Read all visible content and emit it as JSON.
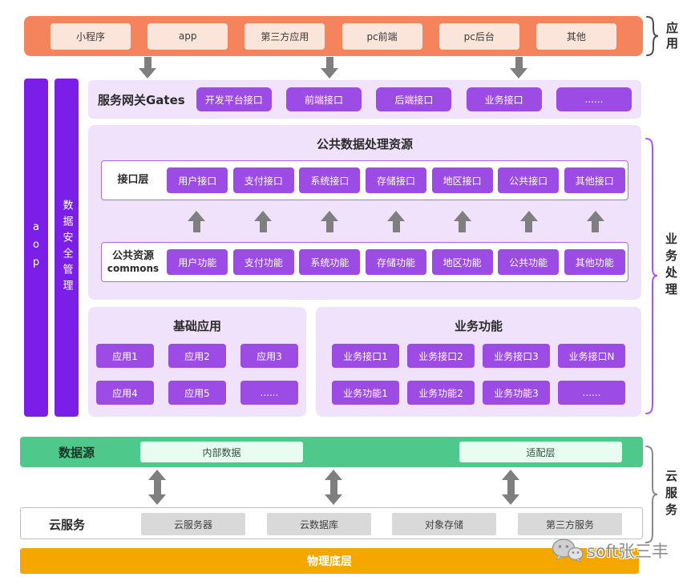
{
  "colors": {
    "app_bar": "#F5845C",
    "app_box": "#FBE4DA",
    "purple_box": "#9C4BE4",
    "deep_purple_bar": "#7B1FE8",
    "light_purple_panel": "#F0E2FB",
    "green_bar": "#4FC98B",
    "light_green_box": "#E9FCF2",
    "gray_box": "#D9D9D9",
    "yellow_bar": "#F5A700",
    "arrow_gray": "#7F7F7F",
    "business_brace": "#A855F7"
  },
  "icons": {
    "down-arrow-icon": "solid gray downward arrow",
    "up-arrow-icon": "solid gray upward arrow",
    "double-arrow-icon": "double-headed vertical gray arrow",
    "brace-icon": "curly brace",
    "wechat-icon": "chat bubbles logo"
  },
  "app_layer": {
    "brace_label": "应用",
    "items": [
      "小程序",
      "app",
      "第三方应用",
      "pc前端",
      "pc后台",
      "其他"
    ]
  },
  "left_bars": {
    "aop": "aop",
    "security": "数据安全管理"
  },
  "gateway": {
    "label": "服务网关Gates",
    "items": [
      "开发平台接口",
      "前端接口",
      "后端接口",
      "业务接口",
      "......"
    ]
  },
  "common_panel": {
    "title": "公共数据处理资源",
    "interface_row": {
      "label": "接口层",
      "items": [
        "用户接口",
        "支付接口",
        "系统接口",
        "存储接口",
        "地区接口",
        "公共接口",
        "其他接口"
      ]
    },
    "commons_row": {
      "label_line1": "公共资源",
      "label_line2": "commons",
      "items": [
        "用户功能",
        "支付功能",
        "系统功能",
        "存储功能",
        "地区功能",
        "公共功能",
        "其他功能"
      ]
    }
  },
  "base_apps": {
    "title": "基础应用",
    "items": [
      "应用1",
      "应用2",
      "应用3",
      "应用4",
      "应用5",
      "......"
    ]
  },
  "business_funcs": {
    "title": "业务功能",
    "items": [
      "业务接口1",
      "业务接口2",
      "业务接口3",
      "业务接口N",
      "业务功能1",
      "业务功能2",
      "业务功能3",
      "......"
    ]
  },
  "business_brace_label": "业务处理",
  "datasource": {
    "label": "数据源",
    "items": [
      "内部数据",
      "适配层"
    ]
  },
  "cloud": {
    "label": "云服务",
    "items": [
      "云服务器",
      "云数据库",
      "对象存储",
      "第三方服务"
    ]
  },
  "cloud_brace_label": "云服务",
  "physical_label": "物理底层",
  "watermark": "soft张三丰"
}
